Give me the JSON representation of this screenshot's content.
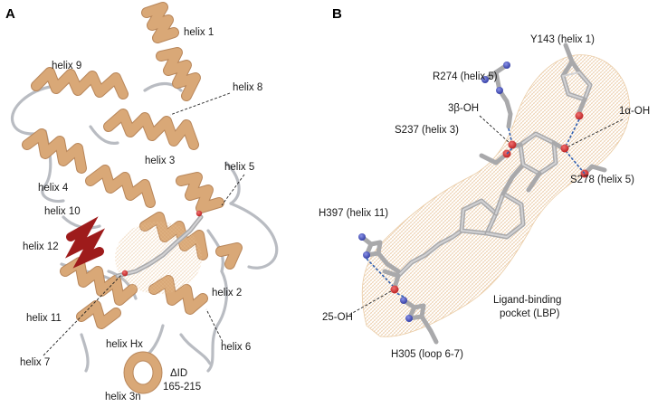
{
  "panels": {
    "a": "A",
    "b": "B"
  },
  "panel_a_labels": {
    "helix1": "helix 1",
    "helix9": "helix 9",
    "helix8": "helix 8",
    "helix3": "helix 3",
    "helix5": "helix 5",
    "helix4": "helix 4",
    "helix10": "helix 10",
    "helix12": "helix 12",
    "helix2": "helix 2",
    "helix11": "helix 11",
    "helixhx": "helix Hx",
    "helix6": "helix 6",
    "helix7": "helix 7",
    "delta_id": "ΔID",
    "id_range": "165-215",
    "helix3n": "helix 3n"
  },
  "panel_b_labels": {
    "y143": "Y143 (helix 1)",
    "r274": "R274 (helix 5)",
    "oh3b": "3β-OH",
    "oh1a": "1α-OH",
    "s237": "S237 (helix 3)",
    "s278": "S278 (helix 5)",
    "h397": "H397 (helix 11)",
    "lbp1": "Ligand-binding",
    "lbp2": "pocket (LBP)",
    "oh25": "25-OH",
    "h305": "H305 (loop 6-7)"
  },
  "colors": {
    "helix": "#d9a877",
    "helix12": "#9e1b1b",
    "coil": "#b9bcc2",
    "ligand": "#a9a9ab",
    "oxygen": "#d23b3b",
    "nitrogen": "#5560c8",
    "hbond": "#2f5fb0",
    "pocket_mesh": "#e2b888"
  }
}
